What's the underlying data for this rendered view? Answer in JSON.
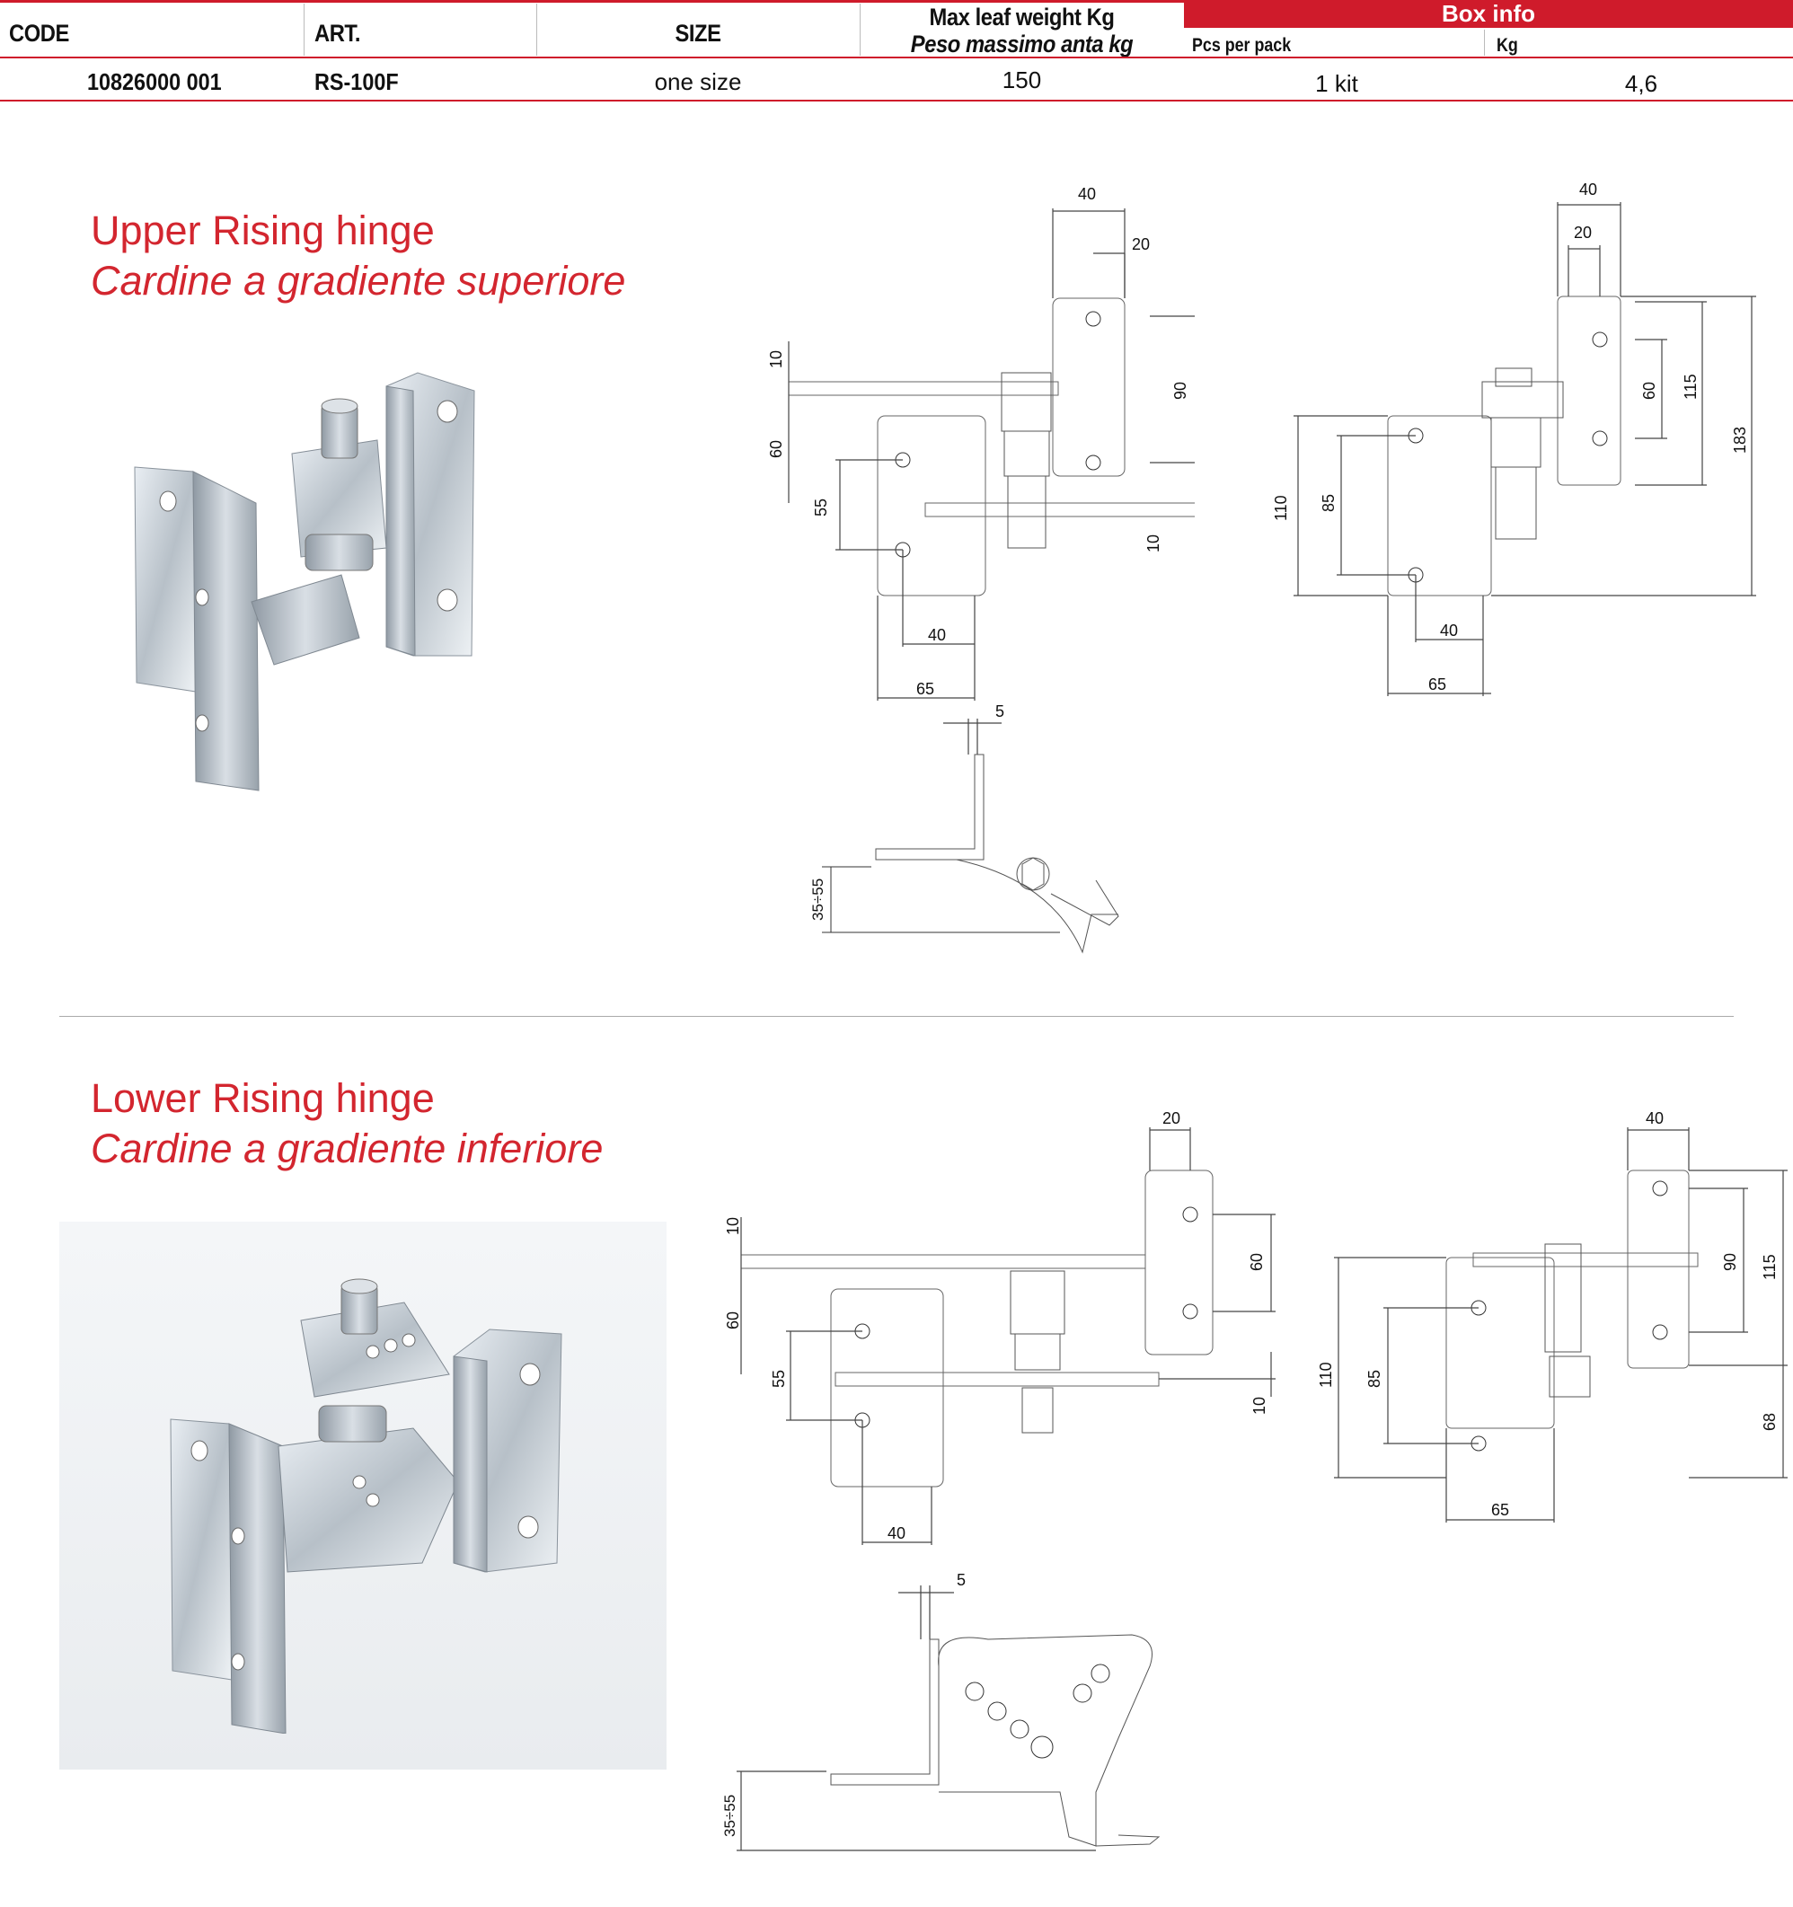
{
  "table": {
    "headers": {
      "code": "CODE",
      "art": "ART.",
      "size": "SIZE",
      "max_weight_en": "Max leaf weight Kg",
      "max_weight_it": "Peso massimo anta kg",
      "box_info": "Box info",
      "pcs_per_pack": "Pcs per pack",
      "kg": "Kg"
    },
    "row": {
      "code": "10826000 001",
      "art": "RS-100F",
      "size": "one size",
      "max_weight": "150",
      "pcs_per_pack": "1 kit",
      "kg": "4,6"
    }
  },
  "sections": [
    {
      "title_en": "Upper Rising hinge",
      "title_it": "Cardine a gradiente superiore",
      "dims_front": [
        "40",
        "20",
        "90",
        "10",
        "60",
        "55",
        "10",
        "40",
        "65",
        "5"
      ],
      "dim_side_range": "35÷55",
      "dims_side": [
        "40",
        "20",
        "60",
        "115",
        "183",
        "110",
        "85",
        "40",
        "65"
      ]
    },
    {
      "title_en": "Lower Rising hinge",
      "title_it": "Cardine a gradiente inferiore",
      "dims_front": [
        "20",
        "10",
        "60",
        "60",
        "55",
        "10",
        "40",
        "5"
      ],
      "dim_side_range": "35÷55",
      "dims_side": [
        "40",
        "90",
        "115",
        "68",
        "110",
        "85",
        "65"
      ]
    }
  ],
  "colors": {
    "accent": "#cf1b2b",
    "title": "#d3262f"
  },
  "icons": [
    "upper-hinge-photo",
    "lower-hinge-photo"
  ]
}
